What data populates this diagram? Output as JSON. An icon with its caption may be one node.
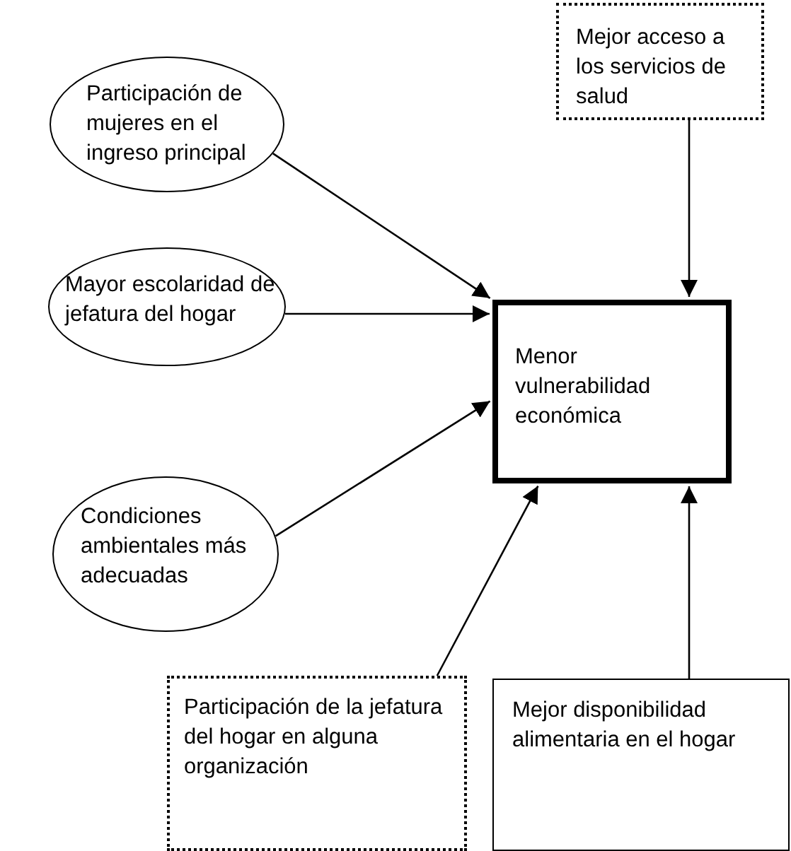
{
  "diagram": {
    "nodes": [
      {
        "text": [
          "Participación de mujeres en el ingreso principal"
        ]
      },
      {
        "text": [
          "Mejor acceso a los servicios de salud"
        ]
      },
      {
        "text": [
          "Mayor escolaridad de jefatura del hogar"
        ]
      },
      {
        "text": [
          "Menor vulnerabilidad económica"
        ]
      },
      {
        "text": [
          "Condiciones ambientales más adecuadas"
        ]
      },
      {
        "text": [
          "Participación de la jefatura del hogar en alguna organización"
        ]
      },
      {
        "text": [
          "Mejor disponibilidad alimentaria en el hogar"
        ]
      }
    ],
    "edges": [
      {
        "from": 0,
        "to": 3,
        "arrow": "to"
      },
      {
        "from": 1,
        "to": 3,
        "arrow": "to"
      },
      {
        "from": 2,
        "to": 3,
        "arrow": "to"
      },
      {
        "from": 4,
        "to": 3,
        "arrow": "to"
      },
      {
        "from": 5,
        "to": 3,
        "arrow": "to"
      },
      {
        "from": 6,
        "to": 3,
        "arrow": "to"
      }
    ]
  }
}
